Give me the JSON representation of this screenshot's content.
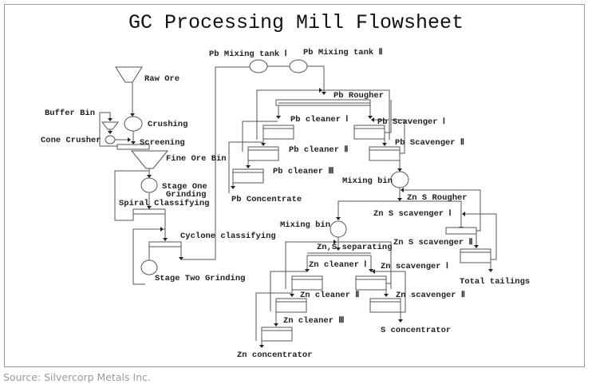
{
  "title": "GC Processing Mill Flowsheet",
  "source": "Source: Silvercorp Metals Inc.",
  "labels": {
    "raw_ore": "Raw Ore",
    "buffer_bin": "Buffer Bin",
    "crushing": "Crushing",
    "cone_crusher": "Cone Crusher",
    "screening": "Screening",
    "fine_ore_bin": "Fine Ore Bin",
    "stage_one_grinding_1": "Stage One",
    "stage_one_grinding_2": "Grinding",
    "spiral_classifying": "Spiral Classifying",
    "cyclone_classifying": "Cyclone classifying",
    "stage_two_grinding": "Stage Two Grinding",
    "pb_mixing_tank_1": "Pb Mixing tank Ⅰ",
    "pb_mixing_tank_2": "Pb Mixing tank Ⅱ",
    "pb_rougher": "Pb Rougher",
    "pb_cleaner_1": "Pb cleaner Ⅰ",
    "pb_cleaner_2": "Pb cleaner Ⅱ",
    "pb_cleaner_3": "Pb cleaner Ⅲ",
    "pb_scavenger_1": "Pb Scavenger Ⅰ",
    "pb_scavenger_2": "Pb Scavenger Ⅱ",
    "pb_concentrate": "Pb Concentrate",
    "mixing_bin_1": "Mixing bin",
    "zns_rougher": "Zn S Rougher",
    "zns_scavenger_1": "Zn S scavenger Ⅰ",
    "zns_scavenger_2": "Zn S scavenger Ⅱ",
    "total_tailings": "Total tailings",
    "mixing_bin_2": "Mixing bin",
    "zns_separating": "Zn,S separating",
    "zn_cleaner_1": "Zn cleaner Ⅰ",
    "zn_cleaner_2": "Zn cleaner Ⅱ",
    "zn_cleaner_3": "Zn cleaner Ⅲ",
    "zn_scavenger_1": "Zn scavenger Ⅰ",
    "zn_scavenger_2": "Zn scavenger Ⅱ",
    "s_concentrator": "S concentrator",
    "zn_concentrator": "Zn concentrator"
  }
}
